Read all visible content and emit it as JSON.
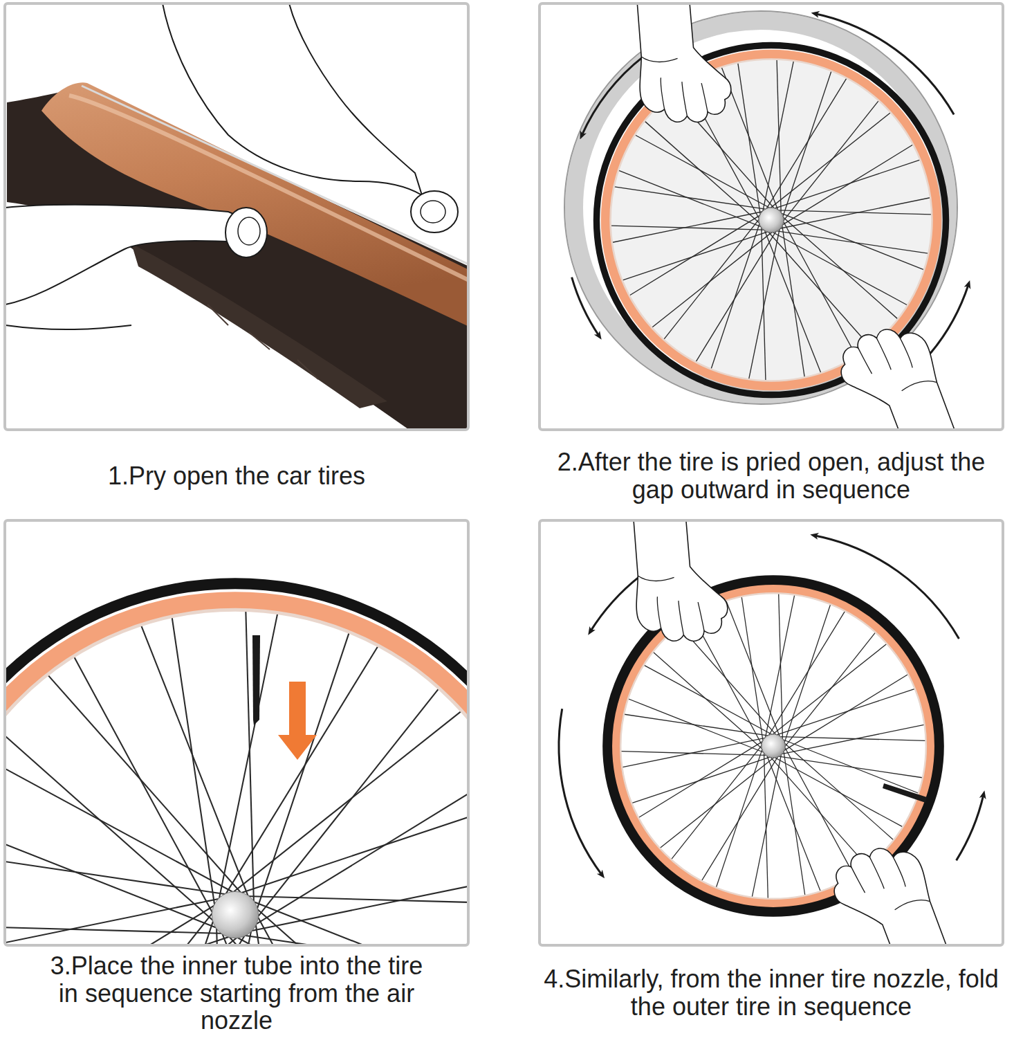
{
  "diagram": {
    "nodes": [
      {
        "text": [
          "1.Pry open the car tires"
        ]
      },
      {
        "text": [
          "2.After the tire is pried open, adjust the gap outward in sequence"
        ]
      },
      {
        "text": [
          "3.Place the inner tube into the tire in sequence starting from the air nozzle"
        ]
      },
      {
        "text": [
          "4.Similarly, from the inner tire nozzle, fold the outer tire in sequence"
        ]
      }
    ]
  }
}
